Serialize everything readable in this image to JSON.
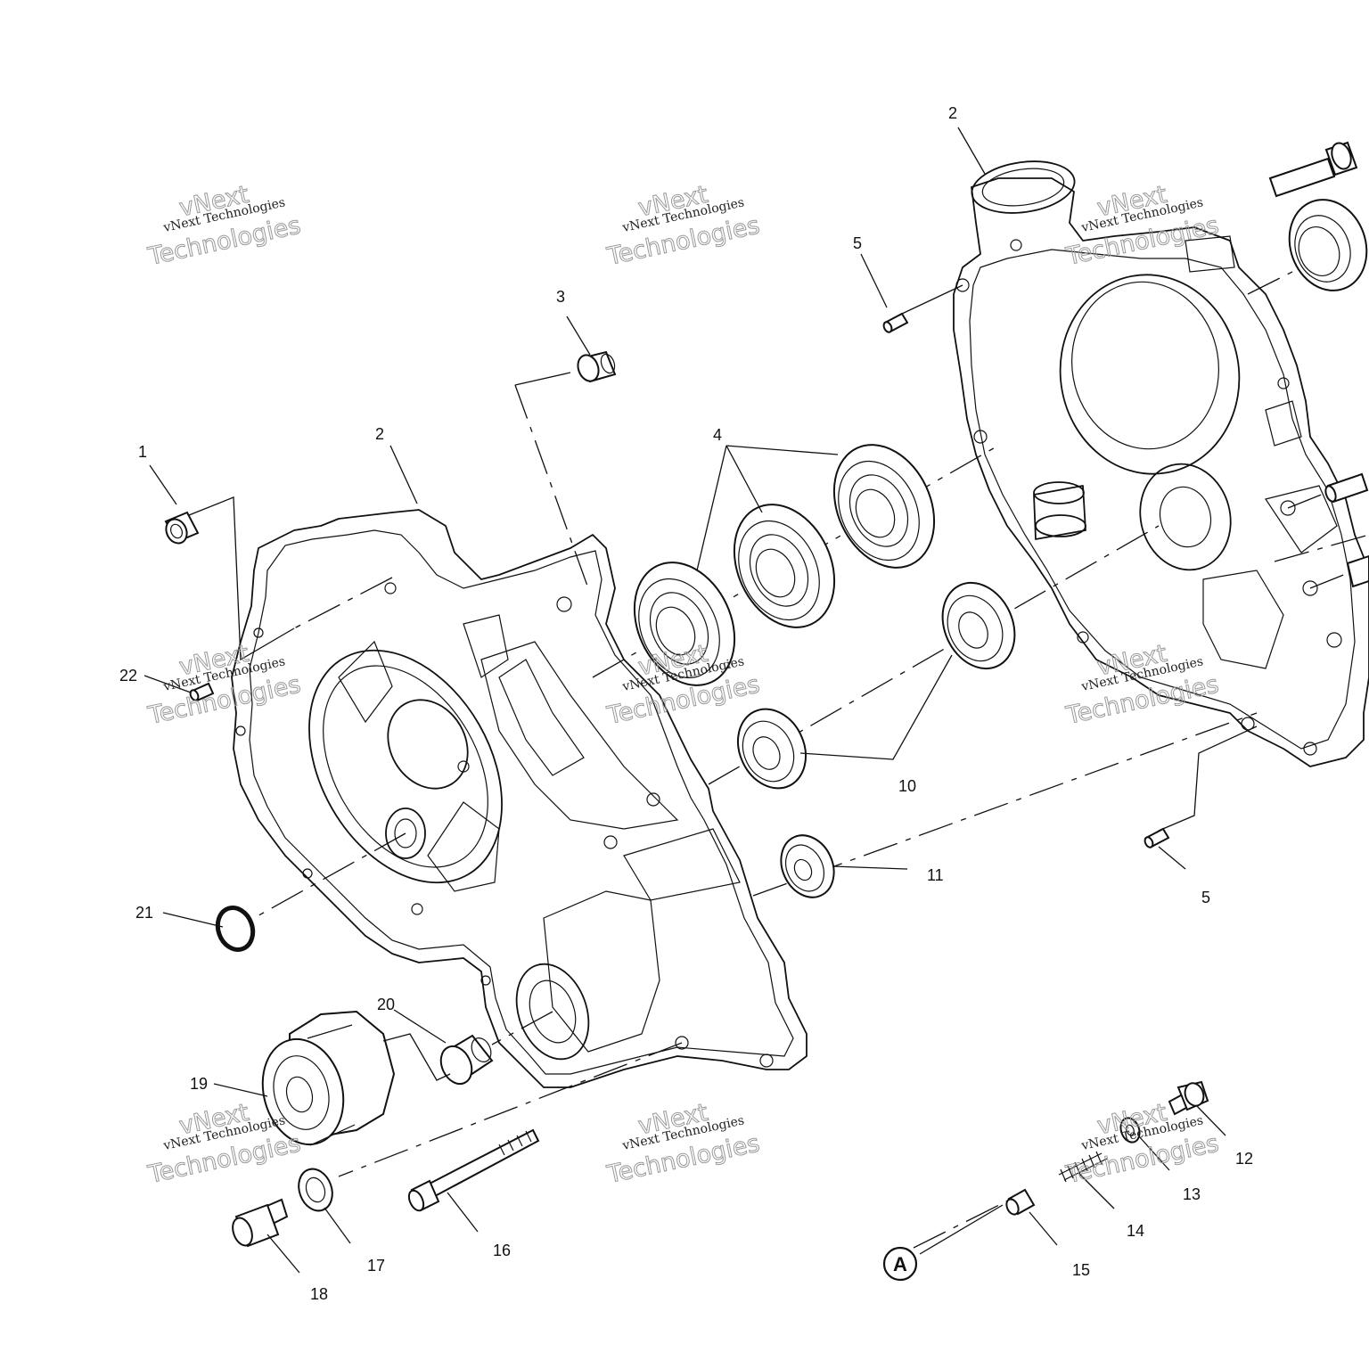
{
  "labels": {
    "n1": "1",
    "n2a": "2",
    "n2b": "2",
    "n3": "3",
    "n4": "4",
    "n5a": "5",
    "n5b": "5",
    "n10": "10",
    "n11": "11",
    "n12": "12",
    "n13": "13",
    "n14": "14",
    "n15": "15",
    "n16": "16",
    "n17": "17",
    "n18": "18",
    "n19": "19",
    "n20": "20",
    "n21": "21",
    "n22": "22",
    "refA": "A"
  },
  "watermark": {
    "line1": "vNext Technologies",
    "line2": "vNext",
    "line3": "Technologies"
  }
}
